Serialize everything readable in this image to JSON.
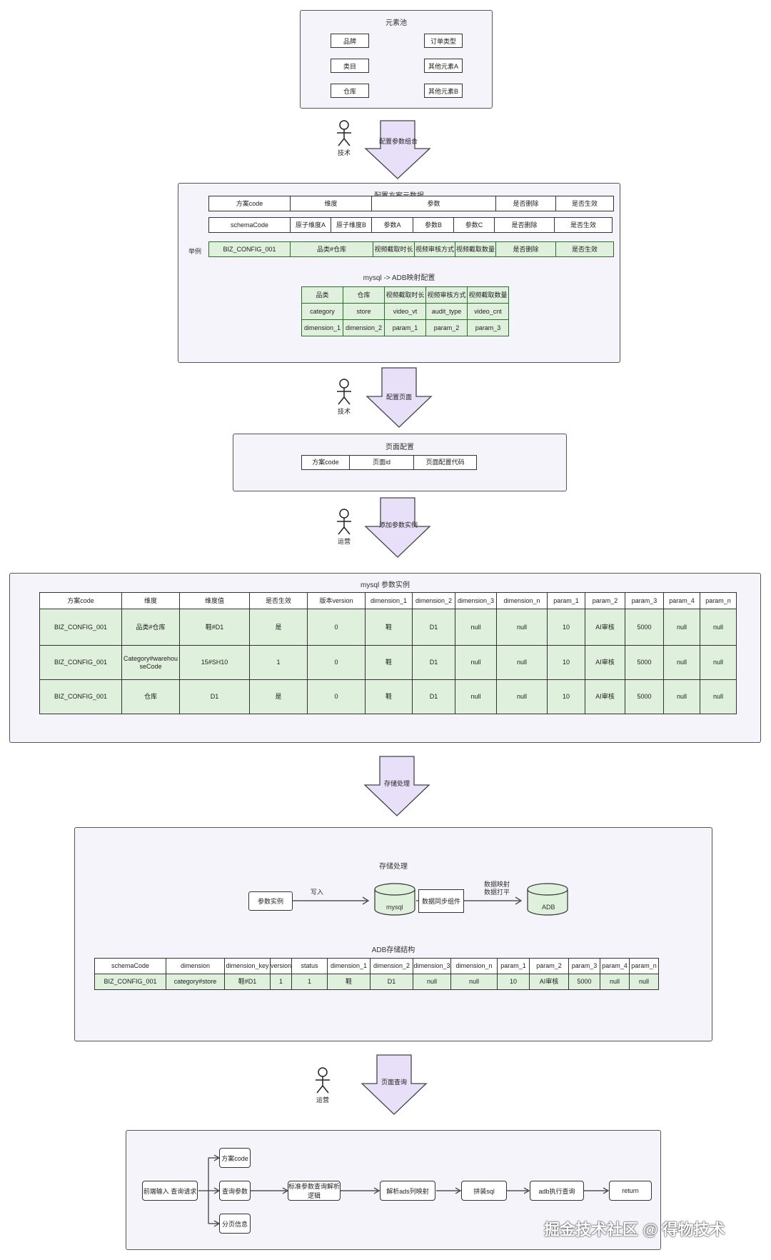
{
  "pool": {
    "title": "元素池",
    "items": [
      "品牌",
      "订单类型",
      "类目",
      "其他元素A",
      "仓库",
      "其他元素B"
    ]
  },
  "step1": {
    "actor": "技术",
    "label": "配置参数组合"
  },
  "meta": {
    "title": "配置方案元数据",
    "header1": [
      "方案code",
      "维度",
      "参数",
      "是否删除",
      "是否生效"
    ],
    "header2": [
      "schemaCode",
      "原子维度A",
      "原子维度B",
      "参数A",
      "参数B",
      "参数C",
      "是否删除",
      "是否生效"
    ],
    "example_label": "举例",
    "example": [
      "BIZ_CONFIG_001",
      "品类#仓库",
      "视频截取时长",
      "视频审核方式",
      "视频截取数量",
      "是否删除",
      "是否生效"
    ],
    "mapping_title": "mysql -> ADB映射配置",
    "mapping": [
      [
        "品类",
        "仓库",
        "视频截取时长",
        "视频审核方式",
        "视频截取数量"
      ],
      [
        "category",
        "store",
        "video_vt",
        "audit_type",
        "video_cnt"
      ],
      [
        "dimension_1",
        "dimension_2",
        "param_1",
        "param_2",
        "param_3"
      ]
    ]
  },
  "step2": {
    "actor": "技术",
    "label": "配置页面"
  },
  "page_config": {
    "title": "页面配置",
    "cells": [
      "方案code",
      "页面id",
      "页面配置代码"
    ]
  },
  "step3": {
    "actor": "运营",
    "label": "添加参数实例"
  },
  "instance": {
    "title": "mysql 参数实例",
    "columns": [
      "方案code",
      "维度",
      "维度值",
      "是否生效",
      "版本version",
      "dimension_1",
      "dimension_2",
      "dimension_3",
      "dimension_n",
      "param_1",
      "param_2",
      "param_3",
      "param_4",
      "param_n"
    ],
    "rows": [
      [
        "BIZ_CONFIG_001",
        "品类#仓库",
        "鞋#D1",
        "是",
        "0",
        "鞋",
        "D1",
        "null",
        "null",
        "10",
        "AI审核",
        "5000",
        "null",
        "null"
      ],
      [
        "BIZ_CONFIG_001",
        "Category#warehouseCode",
        "15#SH10",
        "1",
        "0",
        "鞋",
        "D1",
        "null",
        "null",
        "10",
        "AI审核",
        "5000",
        "null",
        "null"
      ],
      [
        "BIZ_CONFIG_001",
        "仓库",
        "D1",
        "是",
        "0",
        "鞋",
        "D1",
        "null",
        "null",
        "10",
        "AI审核",
        "5000",
        "null",
        "null"
      ]
    ]
  },
  "step4": {
    "label": "存储处理"
  },
  "storage": {
    "title": "存储处理",
    "flow": {
      "instance": "参数实例",
      "write": "写入",
      "mysql": "mysql",
      "sync": "数据同步组件",
      "map1": "数据映射",
      "map2": "数据打平",
      "adb": "ADB"
    },
    "adb_title": "ADB存储结构",
    "columns": [
      "schemaCode",
      "dimension",
      "dimension_key",
      "version",
      "status",
      "dimension_1",
      "dimension_2",
      "dimension_3",
      "dimension_n",
      "param_1",
      "param_2",
      "param_3",
      "param_4",
      "param_n"
    ],
    "row": [
      "BIZ_CONFIG_001",
      "category#store",
      "鞋#D1",
      "1",
      "1",
      "鞋",
      "D1",
      "null",
      "null",
      "10",
      "AI审核",
      "5000",
      "null",
      "null"
    ]
  },
  "step5": {
    "actor": "运营",
    "label": "页面查询"
  },
  "query": {
    "request": "前端输入 查询请求",
    "branches": [
      "方案code",
      "查询参数",
      "分页信息"
    ],
    "parse": "标准参数查询解析逻辑",
    "map": "解析ads列映射",
    "sql": "拼装sql",
    "exec": "adb执行查询",
    "ret": "return"
  },
  "watermark": "掘金技术社区 @ 得物技术"
}
